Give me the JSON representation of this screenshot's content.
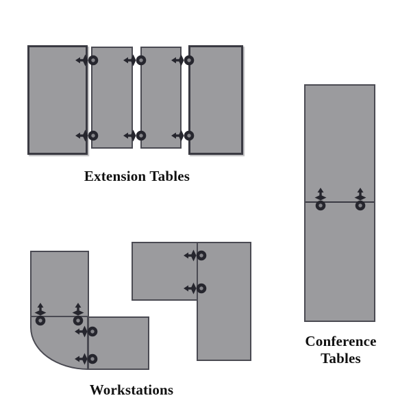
{
  "title": "Table configuration diagram",
  "colors": {
    "background": "#ffffff",
    "table_fill": "#9b9b9e",
    "table_border": "#3a3a42",
    "strip_border": "#4a4a52",
    "connector": "#26262e",
    "connector_hole": "#85858a",
    "label_text": "#111111"
  },
  "icons": {
    "connector": "clamp-connector-icon"
  },
  "groups": {
    "extension": {
      "label": "Extension Tables",
      "segments": 4,
      "connectors": 6
    },
    "conference": {
      "label_line1": "Conference",
      "label_line2": "Tables",
      "segments": 2,
      "connectors": 2
    },
    "workstations": {
      "label": "Workstations",
      "units": 2,
      "connectors": 6
    }
  }
}
